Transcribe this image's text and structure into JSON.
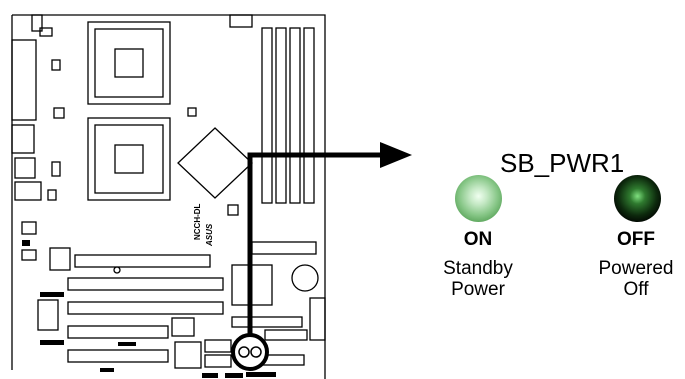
{
  "header": {
    "title": "SB_PWR1"
  },
  "states": {
    "on": {
      "title": "ON",
      "line1": "Standby",
      "line2": "Power",
      "color": "#6fbf6f"
    },
    "off": {
      "title": "OFF",
      "line1": "Powered",
      "line2": "Off",
      "color": "#000000"
    }
  },
  "board": {
    "silkscreen": "NCCH-DL",
    "brand": "ASUS"
  }
}
